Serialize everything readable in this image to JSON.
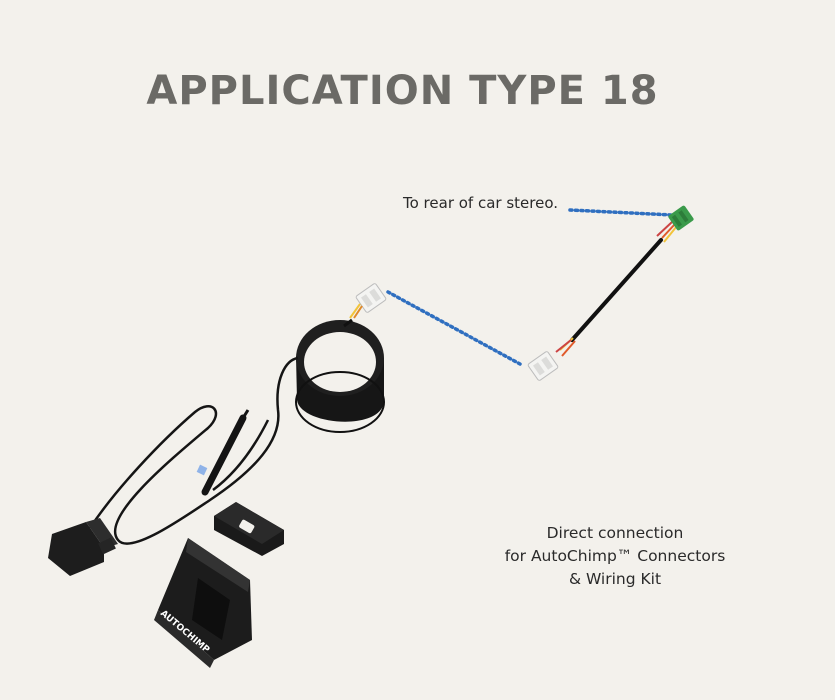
{
  "title": "APPLICATION TYPE 18",
  "callout": {
    "stereo_label": "To rear of car stereo."
  },
  "caption": {
    "line1": "Direct connection",
    "line2": "for AutoChimp™ Connectors",
    "line3": "& Wiring Kit"
  },
  "product": {
    "brand_text": "AUTOCHIMP"
  },
  "colors": {
    "background": "#f3f1ec",
    "title": "#6b6a66",
    "dotted_line": "#2f6fc0",
    "connector_green": "#3a9a4a",
    "cable": "#1a1a1a"
  }
}
